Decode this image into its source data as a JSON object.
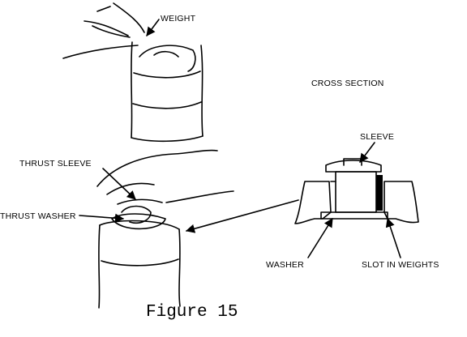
{
  "labels": {
    "weight": "WEIGHT",
    "cross_section": "CROSS SECTION",
    "sleeve": "SLEEVE",
    "thrust_sleeve": "THRUST SLEEVE",
    "thrust_washer": "THRUST WASHER",
    "washer": "WASHER",
    "slot_in_weights": "SLOT IN WEIGHTS"
  },
  "caption": "Figure 15"
}
